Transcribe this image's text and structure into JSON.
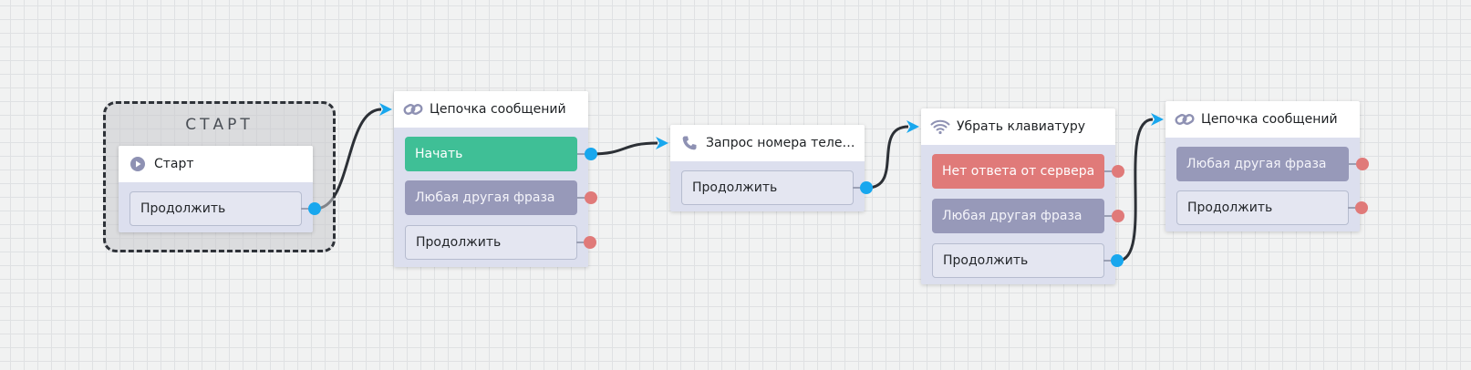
{
  "colors": {
    "wire": "#2c3036",
    "connected_port": "#18a7ee",
    "free_port": "#e07a79",
    "green_button": "#3fbf96",
    "grey_button": "#9799b9",
    "red_button": "#e07a79",
    "icon": "#8e91b3"
  },
  "start_zone": {
    "title": "СТАРТ"
  },
  "nodes": [
    {
      "id": "start",
      "icon": "play-icon",
      "title": "Старт",
      "buttons": [
        {
          "label": "Продолжить",
          "style": "plain",
          "connected": true
        }
      ]
    },
    {
      "id": "chain1",
      "icon": "link-icon",
      "title": "Цепочка сообщений",
      "buttons": [
        {
          "label": "Начать",
          "style": "green",
          "connected": true
        },
        {
          "label": "Любая другая фраза",
          "style": "grey",
          "connected": false
        },
        {
          "label": "Продолжить",
          "style": "plain",
          "connected": false
        }
      ]
    },
    {
      "id": "phone",
      "icon": "phone-icon",
      "title": "Запрос номера телефо...",
      "buttons": [
        {
          "label": "Продолжить",
          "style": "plain",
          "connected": true
        }
      ]
    },
    {
      "id": "keyboard",
      "icon": "wifi-icon",
      "title": "Убрать клавиатуру",
      "buttons": [
        {
          "label": "Нет ответа от сервера",
          "style": "red",
          "connected": false
        },
        {
          "label": "Любая другая фраза",
          "style": "grey",
          "connected": false
        },
        {
          "label": "Продолжить",
          "style": "plain",
          "connected": true
        }
      ]
    },
    {
      "id": "chain2",
      "icon": "link-icon",
      "title": "Цепочка сообщений",
      "buttons": [
        {
          "label": "Любая другая фраза",
          "style": "grey",
          "connected": false
        },
        {
          "label": "Продолжить",
          "style": "plain",
          "connected": false
        }
      ]
    }
  ],
  "connections": [
    {
      "from_node": "start",
      "from_button": 0,
      "to_node": "chain1"
    },
    {
      "from_node": "chain1",
      "from_button": 0,
      "to_node": "phone"
    },
    {
      "from_node": "phone",
      "from_button": 0,
      "to_node": "keyboard"
    },
    {
      "from_node": "keyboard",
      "from_button": 2,
      "to_node": "chain2"
    }
  ]
}
